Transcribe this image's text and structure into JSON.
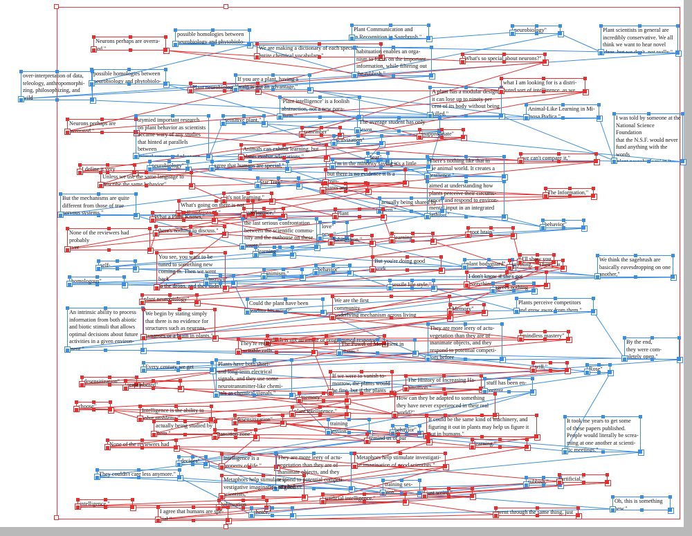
{
  "colors": {
    "blue": "#3c8ee0",
    "red": "#e23131",
    "page": "#ffffff",
    "pasteboard": "#c9c9c9"
  },
  "frames": [
    {
      "c": "blue",
      "t": "Plant Communication and\nin Recognition in Sagebrush.\""
    },
    {
      "c": "blue",
      "t": "neurobiology\""
    },
    {
      "c": "blue",
      "t": "Plant scientists in general are\nincredibly conservative. We all\nthink we want to hear novel\nideas, but we don't, not really.\""
    },
    {
      "c": "blue",
      "t": "possible homologies between\nneurobiology and phytobiolo-\ngy.\""
    },
    {
      "c": "red",
      "t": "Neurons perhaps are overra-\nted,\""
    },
    {
      "c": "red",
      "t": "We are making a dictionary of each species'\nentire chemical vocabulary,\""
    },
    {
      "c": "blue",
      "t": "habituation enables an orga-\nnism to focus on the important\ninformation, while filtering out\nthe rubbish,\""
    },
    {
      "c": "red",
      "t": "What's so special about neurons?\""
    },
    {
      "c": "blue",
      "t": "over-interpretation of data,\nteleology, anthropomorphi-\nzing, philosophizing, and wild\nspeculations.\""
    },
    {
      "c": "blue",
      "t": "possible homologies between\nneurobiology and phytobiolo-\ngy.\""
    },
    {
      "c": "red",
      "t": "Plant neurobiology\""
    },
    {
      "c": "blue",
      "t": "If you are a plant, having a\nbrain is not an advantage,\""
    },
    {
      "c": "blue",
      "t": "A plant has a modular design,\nit can lose up to ninety per\ncent of its body without being\nkilled,\""
    },
    {
      "c": "red",
      "t": "what I am looking for is a distri-\nbuted sort of intelligence, as we"
    },
    {
      "c": "blue",
      "t": "'Plant intelligence' is a foolish\nabstraction, not a new para-\ndigm.\""
    },
    {
      "c": "blue",
      "t": "Animal-Like Learning in Mi-\nmosa Pudica,\""
    },
    {
      "c": "blue",
      "t": "I was told by someone at the\nNational Science Foundation\nthat the N.S.F. would never\nfund anything with the words\n'plant neurobiology' in it.\n\"Neuro\" belongs to animals.\""
    },
    {
      "c": "red",
      "t": "Neurons perhaps are\noverrated,\""
    },
    {
      "c": "blue",
      "t": "stymied important research\non plant behavior as scientists\nbecame wary of any studies\nthat hinted at parallels between\nanimal senses and plant sen-\nses.\""
    },
    {
      "c": "blue",
      "t": "sensitive plant,\""
    },
    {
      "c": "red",
      "t": "remember\""
    },
    {
      "c": "blue",
      "t": "The average student has only seven\nhundred words.\""
    },
    {
      "c": "blue",
      "t": "activization\""
    },
    {
      "c": "red",
      "t": "inappropriate\""
    },
    {
      "c": "red",
      "t": "Animals can exhibit learning, but\nplants evolve adaptations,\""
    },
    {
      "c": "blue",
      "t": "hear\""
    },
    {
      "c": "blue",
      "t": "There's nothing like that in\nthe animal world. It creates a\nresilience.\""
    },
    {
      "c": "red",
      "t": "we can't compare it,\""
    },
    {
      "c": "red",
      "t": "I define it very simply,\""
    },
    {
      "c": "blue",
      "t": "neurobiology\""
    },
    {
      "c": "blue",
      "t": "agree that humans are special,\""
    },
    {
      "c": "blue",
      "t": "I'm in the minority saying it's a little weird,\""
    },
    {
      "c": "red",
      "t": "Unless we use the same language to\ndescribe the same behavior\""
    },
    {
      "c": "blue",
      "t": "Star Trek\""
    },
    {
      "c": "red",
      "t": "but there is no evidence it is a com-\nmand center.\""
    },
    {
      "c": "red",
      "t": "plants and neurons are"
    },
    {
      "c": "blue",
      "t": "aimed at understanding how\nplants perceive their circums-\ntances and respond to environ-\nmental input in an integrated\nfashion.\""
    },
    {
      "c": "red",
      "t": "The Information,\""
    },
    {
      "c": "blue",
      "t": "But the mechanisms are quite\ndifferent from those of true\nnervous systems.\""
    },
    {
      "c": "red",
      "t": "it's not learning,\""
    },
    {
      "c": "red",
      "t": "What's going on there is not\nwell understood,\""
    },
    {
      "c": "red",
      "t": "intelligence,\""
    },
    {
      "c": "blue",
      "t": "actually being shared by\nthem,\""
    },
    {
      "c": "red",
      "t": "What a Plant Knows,\""
    },
    {
      "c": "red",
      "t": "Plant neurobiology\""
    },
    {
      "c": "blue",
      "t": "behavior\""
    },
    {
      "c": "red",
      "t": "None of the reviewers had probably\never\nthe data.\""
    },
    {
      "c": "red",
      "t": "there's nothing to discuss.\""
    },
    {
      "c": "blue",
      "t": "the last serious confrontation\nbetween the scientific commu-\nnity and the nuthouse on these\nissues.\""
    },
    {
      "c": "blue",
      "t": "love\"\nnews\""
    },
    {
      "c": "red",
      "t": "habituation,\""
    },
    {
      "c": "red",
      "t": "learning\""
    },
    {
      "c": "red",
      "t": "root brain\""
    },
    {
      "c": "blue",
      "t": "learning\""
    },
    {
      "c": "red",
      "t": "You see, you want to be\ntuned to something new\ncoming in. Then we went back\nto the drops, and they didn't\nrespond.\""
    },
    {
      "c": "blue",
      "t": "self-censorship\""
    },
    {
      "c": "red",
      "t": "But you're doing good work,\nthe system is just not ready,\""
    },
    {
      "c": "blue",
      "t": "plant bodyguard\""
    },
    {
      "c": "red",
      "t": "anything,\" \"Then you"
    },
    {
      "c": "red",
      "t": "I'll show you"
    },
    {
      "c": "blue",
      "t": "We think the sagebrush are\nbasically eavesdropping on one\nanother,\""
    },
    {
      "c": "blue",
      "t": "animism.\""
    },
    {
      "c": "blue",
      "t": "behavior\""
    },
    {
      "c": "blue",
      "t": "homologous\""
    },
    {
      "c": "blue",
      "t": "instinct\""
    },
    {
      "c": "red",
      "t": "I don't know if she's got everything\nnailed down, but it's a very"
    },
    {
      "c": "blue",
      "t": "sessile life style,\""
    },
    {
      "c": "blue",
      "t": "agrees nothing to"
    },
    {
      "c": "red",
      "t": "plant neurobiology\""
    },
    {
      "c": "red",
      "t": "We are the first\ncommunity\nunderlying mechanism across living"
    },
    {
      "c": "blue",
      "t": "Could the plant have been\nreading his mind?\""
    },
    {
      "c": "blue",
      "t": "Plants perceive competitors\nand grow away from them,\""
    },
    {
      "c": "red",
      "t": "Memory\""
    },
    {
      "c": "blue",
      "t": "An intrinsic ability to process\ninformation from both abiotic\nand biotic stimuli that allows\noptimal decisions about future\nactivities in a given environ-\nment.\""
    },
    {
      "c": "red",
      "t": "We begin by stating simply\nthat there is no evidence for\nstructures such as neurons,\nsynapses or a brain in plants,\""
    },
    {
      "c": "blue",
      "t": "They are more leery of actu-\nvegetation than they are of\ninanimate objects, and they\nrespond to potential competi-\ntors before"
    },
    {
      "c": "red",
      "t": "mindless mastery\""
    },
    {
      "c": "red",
      "t": "which is not an innate or programmed response.\""
    },
    {
      "c": "blue",
      "t": "By the end,\nthey were com-\npletely open,\""
    },
    {
      "c": "red",
      "t": "They're really\nexcitable cells."
    },
    {
      "c": "blue",
      "t": "The Power of Movement in\nPlants,\""
    },
    {
      "c": "blue",
      "t": "Every century we get smarter,\""
    },
    {
      "c": "blue",
      "t": "Plants have both short-\nand long-term electrical\nsignals, and they use some\nneurotransmitter-like chemi-\ncals as chemical signals,\""
    },
    {
      "c": "red",
      "t": "will,\""
    },
    {
      "c": "blue",
      "t": "Rose\""
    },
    {
      "c": "red",
      "t": "desensitization\""
    },
    {
      "c": "red",
      "t": "remembered\""
    },
    {
      "c": "red",
      "t": "If we were to vanish to-\nmorrow, the plants would\nbe fine, but if the plants"
    },
    {
      "c": "red",
      "t": "The History of Increasing Ha-\nbituation,\""
    },
    {
      "c": "blue",
      "t": "stuff has been en-\ncontent"
    },
    {
      "c": "red",
      "t": "memory\""
    },
    {
      "c": "red",
      "t": "How can they be adapted to something\nthey have never experienced in their real\nworld?\""
    },
    {
      "c": "red",
      "t": "choose\""
    },
    {
      "c": "red",
      "t": "Intelligence is the ability to\nsolve problems.\""
    },
    {
      "c": "red",
      "t": "plant intelligence.\""
    },
    {
      "c": "red",
      "t": "desensitization\""
    },
    {
      "c": "blue",
      "t": "training\nsession\""
    },
    {
      "c": "red",
      "t": "It could be the same kind of machinery, and\nfiguring it out in plants may help us figure it\nout in humans.\""
    },
    {
      "c": "blue",
      "t": "It took me years to get some\nof these papers published.\nPeople would literally be screa-\nming at one another at scienti-\nfic meetings.\""
    },
    {
      "c": "red",
      "t": "actually being studied by\nthem.\""
    },
    {
      "c": "red",
      "t": "transition zone\""
    },
    {
      "c": "blue",
      "t": "behavior\""
    },
    {
      "c": "red",
      "t": "remind us of our weakness,\""
    },
    {
      "c": "red",
      "t": "learning.\""
    },
    {
      "c": "red",
      "t": "None of the reviewers had"
    },
    {
      "c": "blue",
      "t": "decides\""
    },
    {
      "c": "red",
      "t": "intelligence is a\nproperty of life,\""
    },
    {
      "c": "blue",
      "t": "They are more leery of actu-\nvegetation than they are of\ninanimate objects, and they\nrespond to potential competi-\ntors before\""
    },
    {
      "c": "red",
      "t": "Metaphors help stimulate investigati-\nve imagination of good scientists,\""
    },
    {
      "c": "blue",
      "t": "They couldn't care less anymore.\""
    },
    {
      "c": "red",
      "t": "Metaphors help stimulate in-\nvestigative imagination of good\nscientists,\""
    },
    {
      "c": "blue",
      "t": "training ses-\nsion\""
    },
    {
      "c": "blue",
      "t": "rubbish,\""
    },
    {
      "c": "red",
      "t": "artificial,\""
    },
    {
      "c": "red",
      "t": "just weird.\""
    },
    {
      "c": "red",
      "t": "artificial intelligence.\""
    },
    {
      "c": "red",
      "t": "intelligence.\""
    },
    {
      "c": "red",
      "t": "habituation"
    },
    {
      "c": "red",
      "t": "I agree that humans are spe-\ncial,\""
    },
    {
      "c": "blue",
      "t": "choice,\""
    },
    {
      "c": "blue",
      "t": "Oh, this is something\nnew.\""
    },
    {
      "c": "red",
      "t": "went through the same thing, just"
    }
  ]
}
